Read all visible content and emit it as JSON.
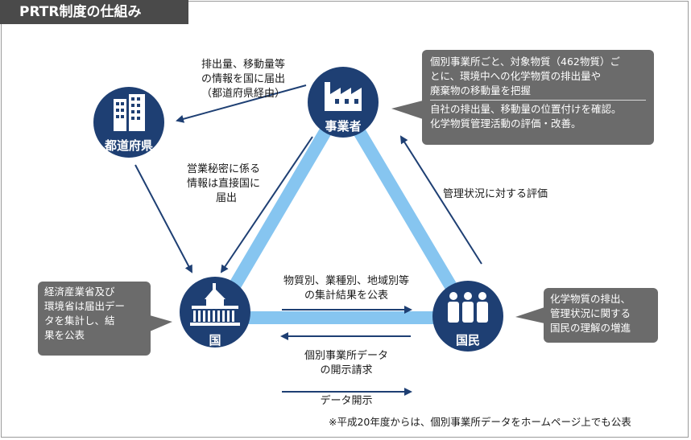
{
  "title": "PRTR制度の仕組み",
  "nodes": {
    "business": "事業者",
    "prefecture": "都道府県",
    "country": "国",
    "citizens": "国民"
  },
  "flows": {
    "to_prefecture": [
      "排出量、移動量等",
      "の情報を国に届出",
      "（都道府県経由）"
    ],
    "trade_secret": [
      "営業秘密に係る",
      "情報は直接国に",
      "届出"
    ],
    "evaluation": "管理状況に対する評価",
    "publish": [
      "物質別、業種別、地域別等",
      "の集計結果を公表"
    ],
    "disclosure_request": [
      "個別事業所データ",
      "の開示請求"
    ],
    "data_disclosure": "データ開示"
  },
  "bubbles": {
    "business_top": [
      "個別事業所ごと、対象物質（462物質）ご",
      "とに、環境中への化学物質の排出量や",
      "廃棄物の移動量を把握"
    ],
    "business_bottom": [
      "自社の排出量、移動量の位置付けを確認。",
      "化学物質管理活動の評価・改善。"
    ],
    "country": [
      "経済産業省及び",
      "環境省は届出デー",
      "タを集計し、結",
      "果を公表"
    ],
    "citizens": [
      "化学物質の排出、",
      "管理状況に関する",
      "国民の理解の増進"
    ]
  },
  "footnote": "※平成20年度からは、個別事業所データをホームページ上でも公表",
  "colors": {
    "node_fill": "#1e3f73",
    "triangle": "#86c5f0",
    "bubble": "#6b6b6b",
    "title_bar": "#4a4a4a"
  },
  "icons": {
    "business": "factory-icon",
    "prefecture": "office-building-icon",
    "country": "parliament-building-icon",
    "citizens": "people-group-icon"
  }
}
